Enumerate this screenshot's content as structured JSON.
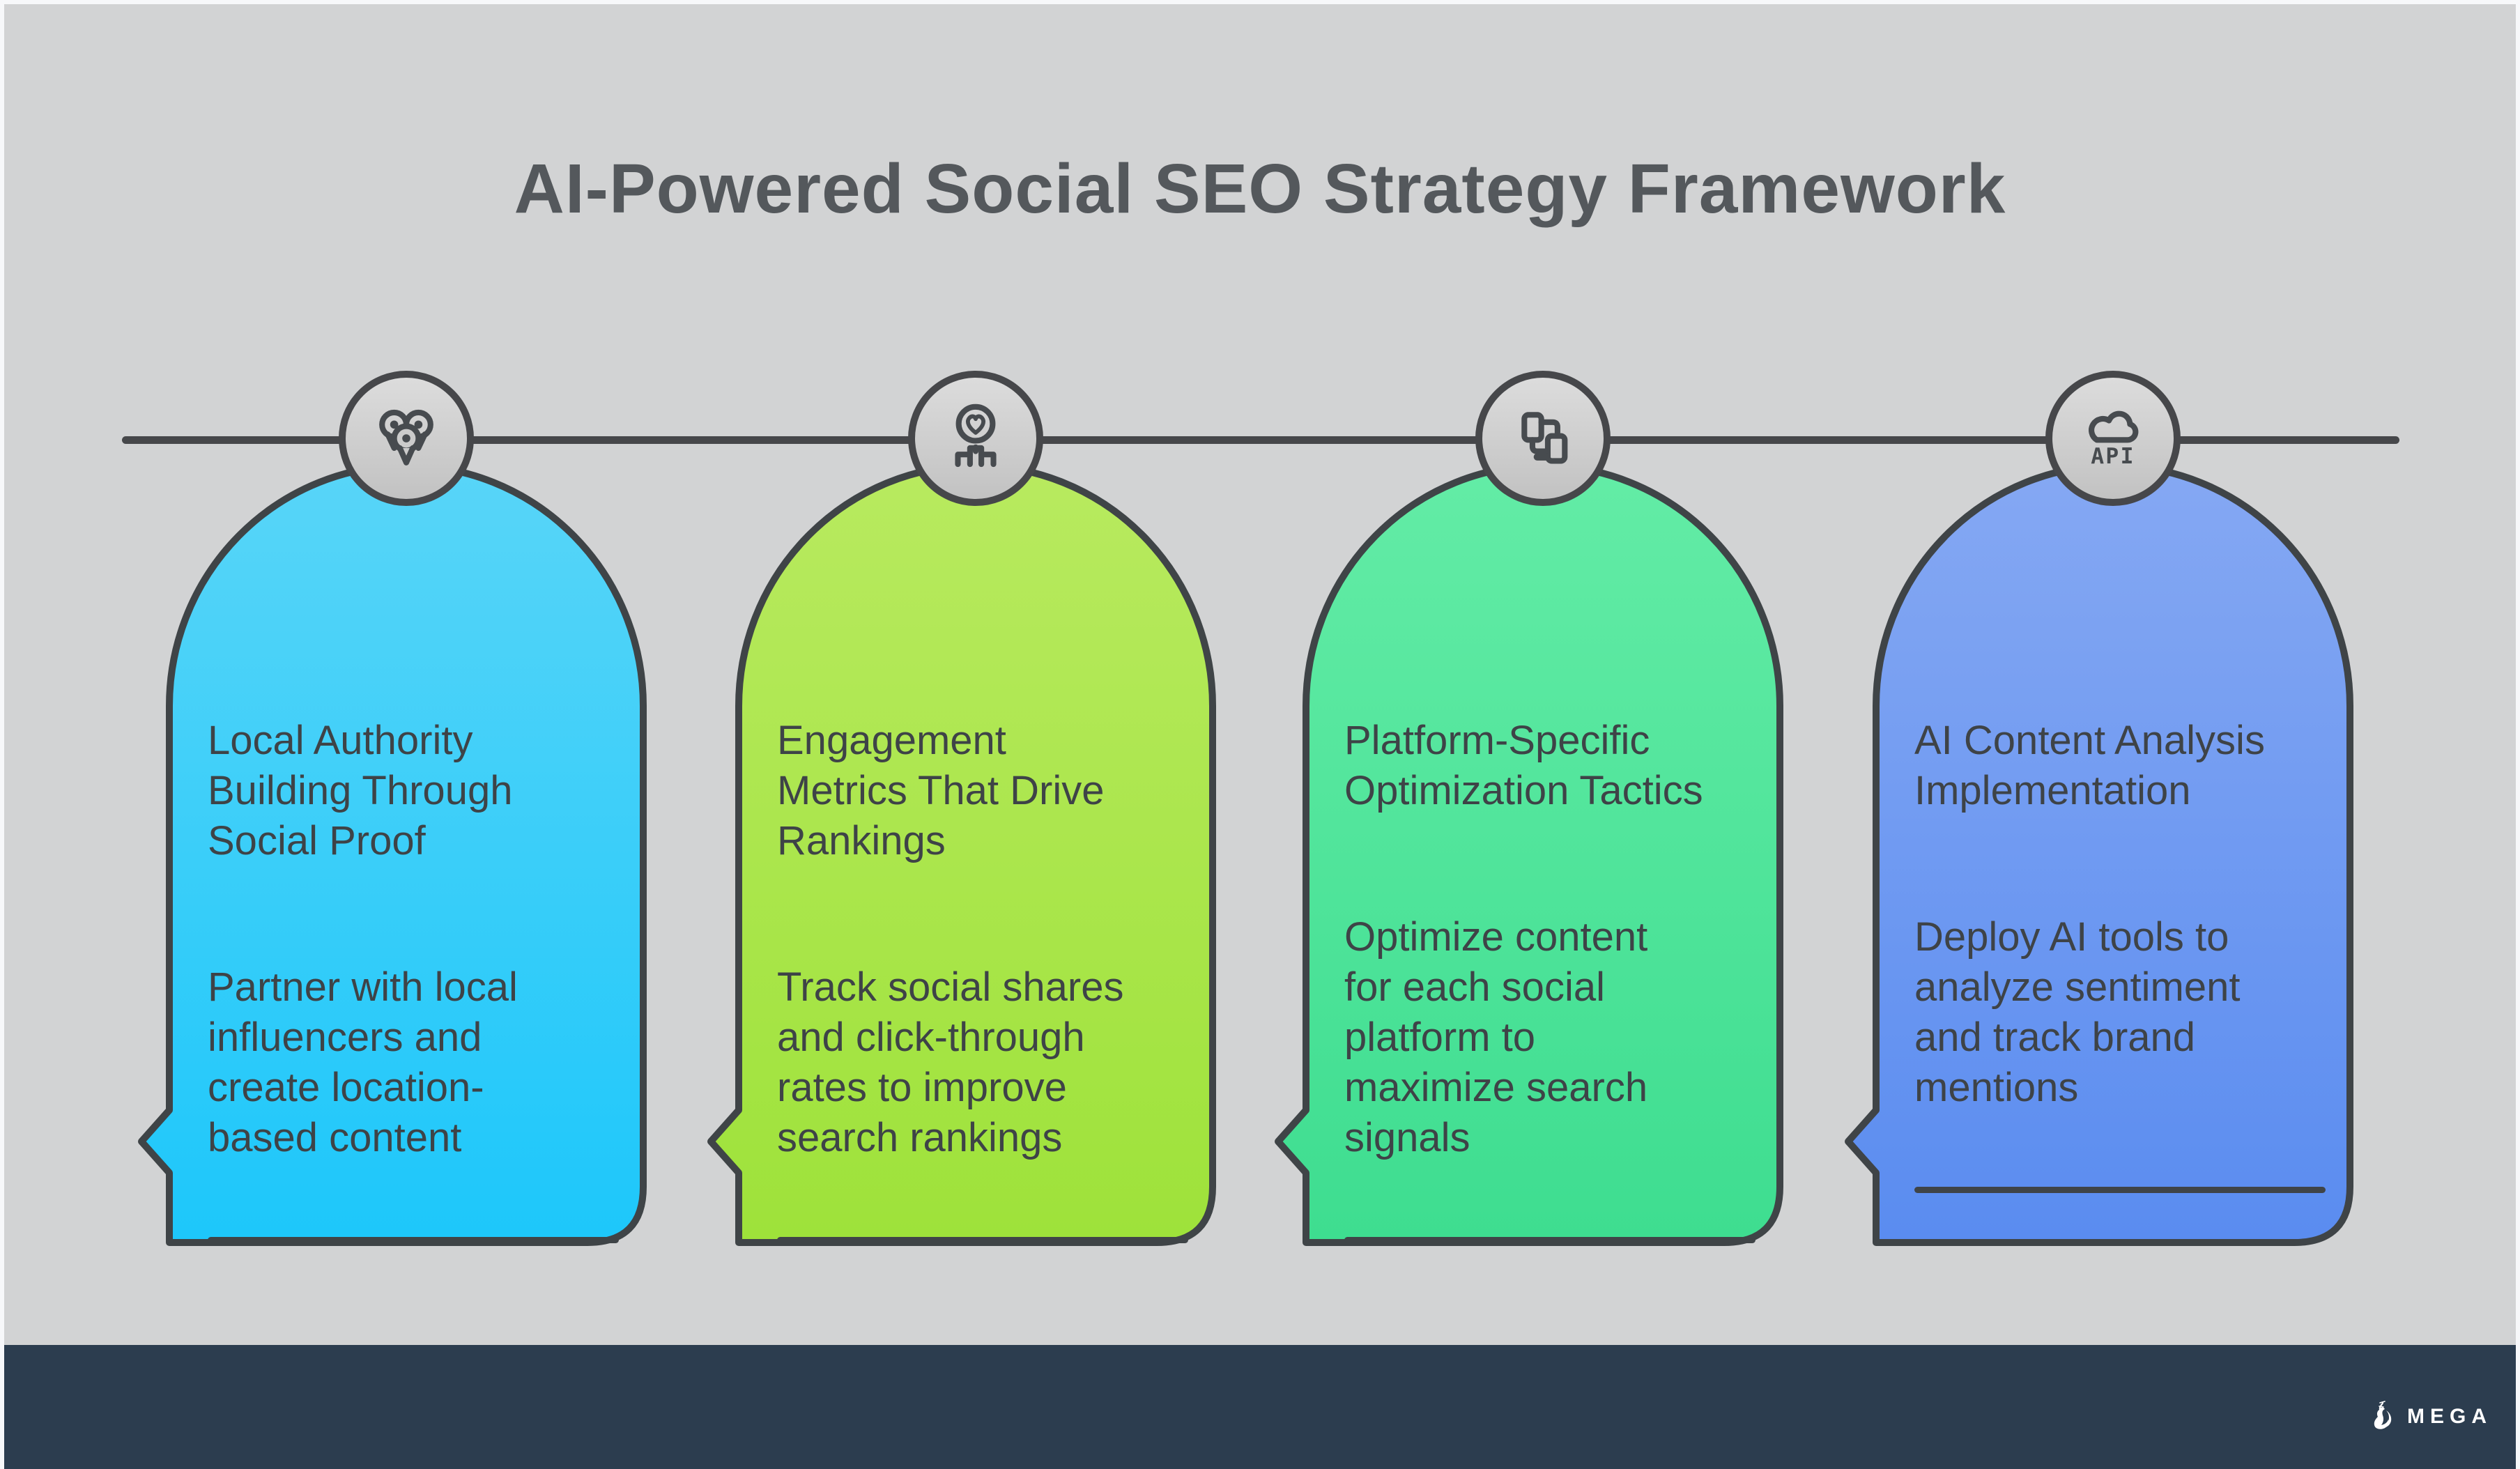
{
  "title": "AI-Powered Social SEO Strategy Framework",
  "colors": {
    "canvas_background": "#d2d3d4",
    "page_edge": "#f7f8fa",
    "outline": "#3f4447",
    "timeline": "#46474a",
    "title_text": "#54585c",
    "card_text": "#3e4347",
    "footer_background": "#2c3d4f",
    "brand_text": "#ffffff"
  },
  "cards": [
    {
      "icon": "location-pins-icon",
      "heading": "Local Authority\nBuilding Through\nSocial Proof",
      "body": "Partner with local\ninfluencers and\ncreate location-\nbased content",
      "gradient_top": "#58d5f8",
      "gradient_bottom": "#1dc7fa"
    },
    {
      "icon": "engagement-heart-icon",
      "heading": "Engagement\nMetrics That Drive\nRankings",
      "body": "Track social shares\nand click-through\nrates to improve\nsearch rankings",
      "gradient_top": "#b8ea5f",
      "gradient_bottom": "#9ee23a"
    },
    {
      "icon": "devices-sync-icon",
      "heading": "Platform-Specific\nOptimization Tactics",
      "body": "Optimize content\nfor each social\nplatform to\nmaximize search\nsignals",
      "gradient_top": "#63eca6",
      "gradient_bottom": "#3edd90"
    },
    {
      "icon": "cloud-api-icon",
      "heading": "AI Content Analysis\nImplementation",
      "body": "Deploy AI tools to\nanalyze sentiment\nand track brand\nmentions",
      "gradient_top": "#85a8f3",
      "gradient_bottom": "#5a8cf0"
    }
  ],
  "footer": {
    "brand": "MEGA",
    "logo_icon": "mega-figure-icon"
  }
}
